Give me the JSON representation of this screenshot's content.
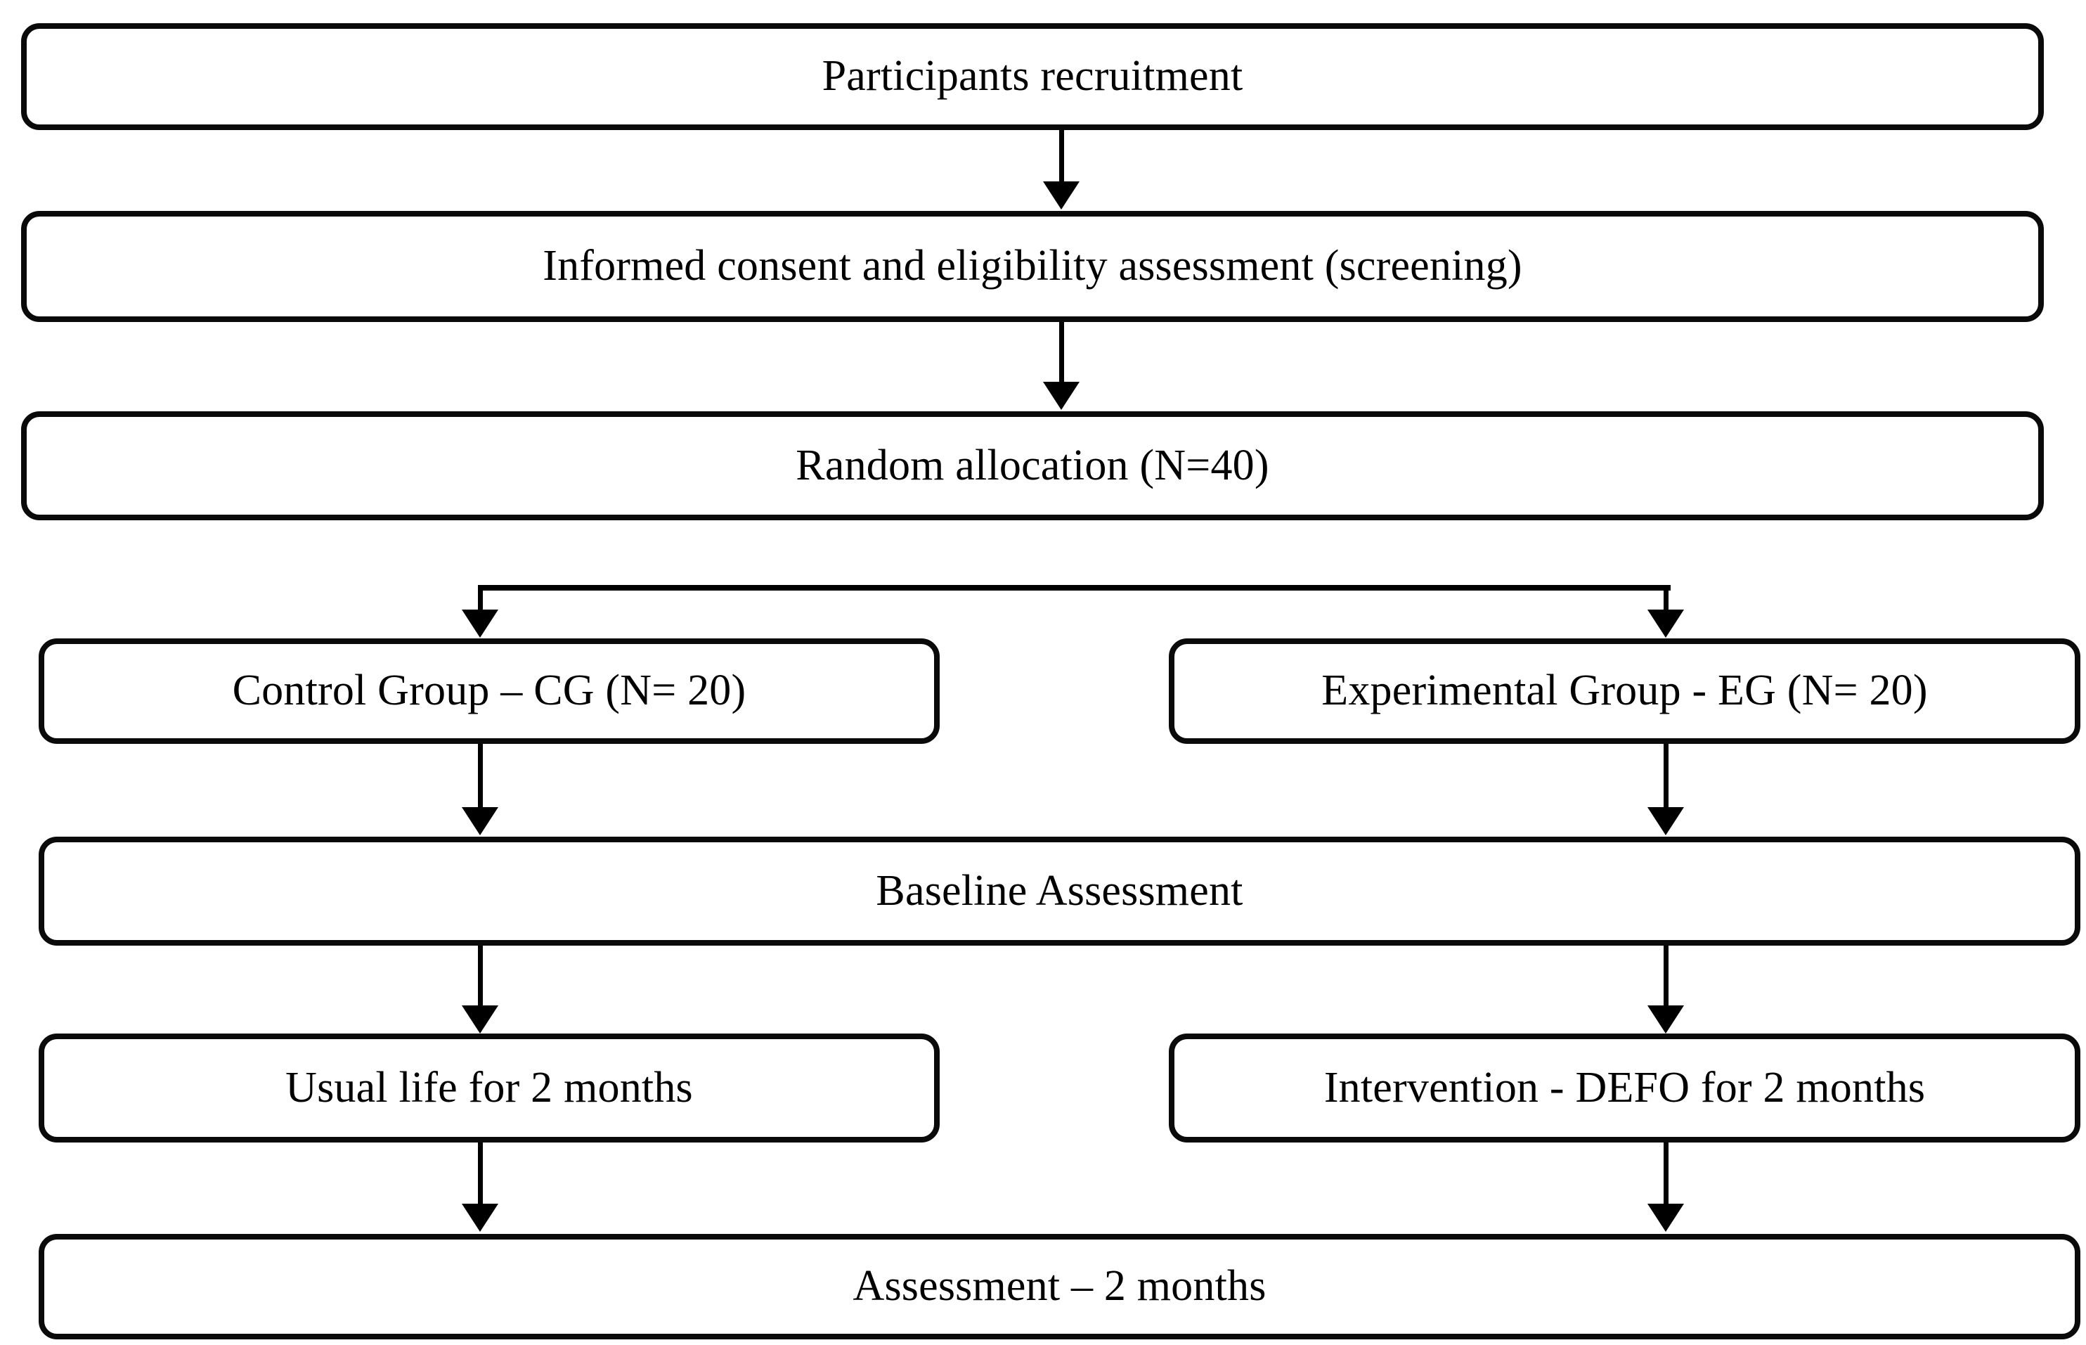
{
  "diagram": {
    "title": "CONSORT-style participant flow diagram",
    "background_color": "#ffffff",
    "line_color": "#000000",
    "box_border_color": "#0a0a0a",
    "nodes": [
      {
        "id": "recruitment",
        "label": "Participants recruitment"
      },
      {
        "id": "screening",
        "label": "Informed consent and eligibility assessment (screening)"
      },
      {
        "id": "allocation",
        "label": "Random allocation (N=40)"
      },
      {
        "id": "control",
        "label": "Control Group – CG (N= 20)"
      },
      {
        "id": "experimental",
        "label": "Experimental Group - EG (N= 20)"
      },
      {
        "id": "baseline",
        "label": "Baseline Assessment"
      },
      {
        "id": "usual-life",
        "label": "Usual life for 2 months"
      },
      {
        "id": "intervention",
        "label": "Intervention - DEFO for 2 months"
      },
      {
        "id": "assessment",
        "label": "Assessment – 2 months"
      }
    ],
    "edges": [
      {
        "from": "recruitment",
        "to": "screening"
      },
      {
        "from": "screening",
        "to": "allocation"
      },
      {
        "from": "allocation",
        "to": "control"
      },
      {
        "from": "allocation",
        "to": "experimental"
      },
      {
        "from": "control",
        "to": "baseline"
      },
      {
        "from": "experimental",
        "to": "baseline"
      },
      {
        "from": "baseline",
        "to": "usual-life"
      },
      {
        "from": "baseline",
        "to": "intervention"
      },
      {
        "from": "usual-life",
        "to": "assessment"
      },
      {
        "from": "intervention",
        "to": "assessment"
      }
    ]
  }
}
